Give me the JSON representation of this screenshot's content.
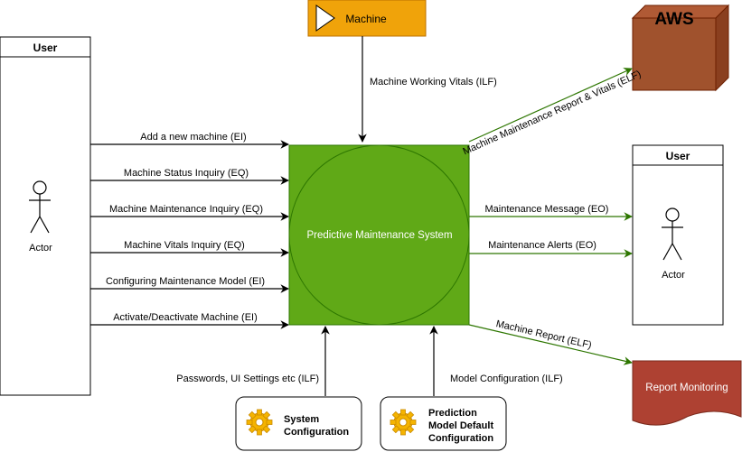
{
  "machine": {
    "label": "Machine",
    "fill": "#f0a30a"
  },
  "aws": {
    "label": "AWS",
    "fill": "#a0522d"
  },
  "user_left": {
    "title": "User",
    "actor_label": "Actor"
  },
  "user_right": {
    "title": "User",
    "actor_label": "Actor"
  },
  "system": {
    "label": "Predictive Maintenance System",
    "fill": "#60a917"
  },
  "inputs": [
    "Add a new machine (EI)",
    "Machine Status Inquiry (EQ)",
    "Machine Maintenance Inquiry (EQ)",
    "Machine Vitals Inquiry (EQ)",
    "Configuring Maintenance Model (EI)",
    "Activate/Deactivate Machine (EI)"
  ],
  "outputs": [
    "Maintenance Message (EO)",
    "Maintenance Alerts (EO)"
  ],
  "machine_flow": "Machine Working Vitals  (ILF)",
  "aws_flow": "Machine Maintenance Report & Vitals (ELF)",
  "report_flow": "Machine Report (ELF)",
  "report_monitoring": {
    "label": "Report Monitoring",
    "fill": "#ae4132"
  },
  "system_config": {
    "line1": "System",
    "line2": "Configuration"
  },
  "system_config_flow": "Passwords, UI Settings etc (ILF)",
  "prediction_config": {
    "line1": "Prediction",
    "line2": "Model Default",
    "line3": "Configuration"
  },
  "prediction_config_flow": "Model Configuration (ILF)",
  "colors": {
    "green_flow": "#2d7600",
    "line": "#000000"
  }
}
